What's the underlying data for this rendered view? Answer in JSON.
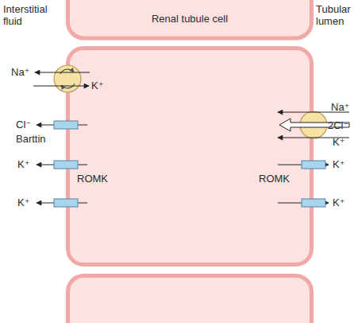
{
  "diagram": {
    "nodes": [
      {
        "text": [
          "Renal tubule cell"
        ]
      }
    ],
    "labels": [
      "Interstitial fluid",
      "Tubular lumen",
      "Na⁺",
      "K⁺",
      "Cl⁻",
      "Barttin",
      "K⁺",
      "ROMK",
      "K⁺",
      "Na⁺",
      "2Cl⁻",
      "K⁺",
      "K⁺",
      "ROMK",
      "K⁺"
    ]
  }
}
